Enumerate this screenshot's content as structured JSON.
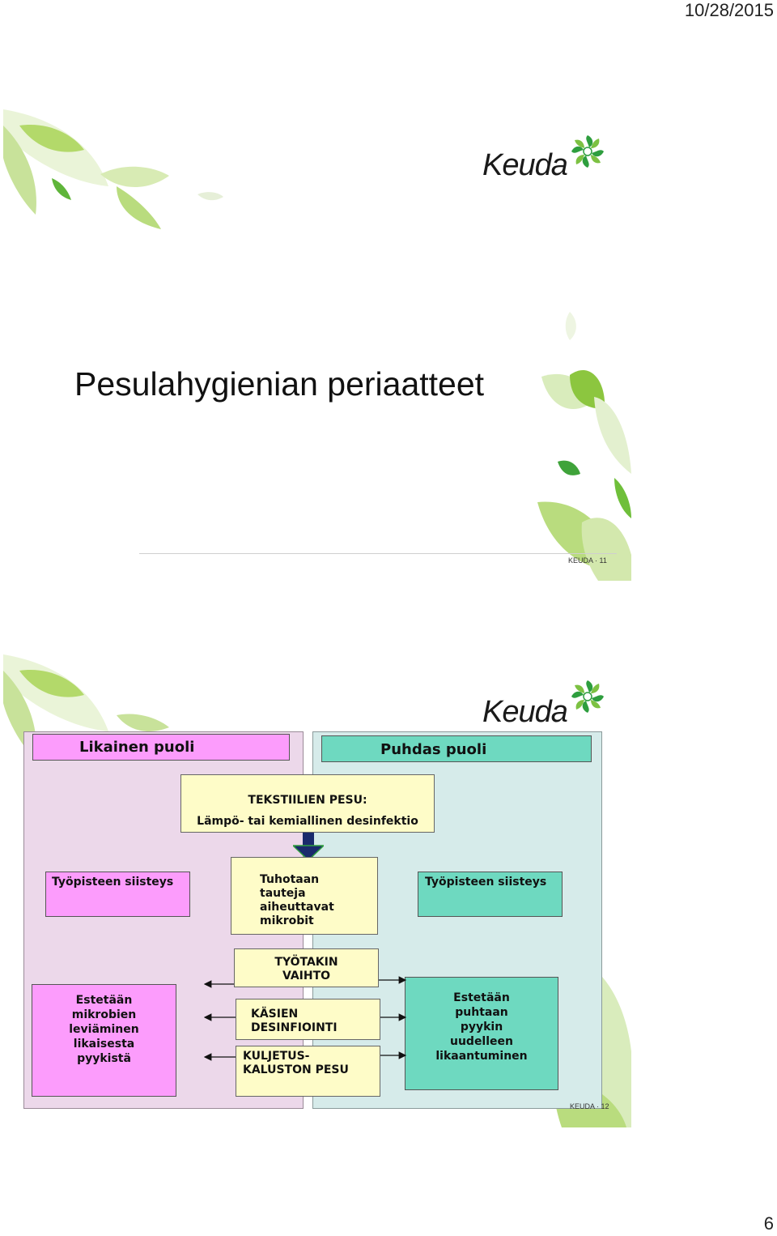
{
  "header": {
    "date": "10/28/2015"
  },
  "footer": {
    "page_number": "6"
  },
  "slide1": {
    "logo": "Keuda",
    "title": "Pesulahygienian periaatteet",
    "footer": "KEUDA · 11"
  },
  "slide2": {
    "logo": "Keuda",
    "dirty_header": "Likainen puoli",
    "clean_header": "Puhdas puoli",
    "wash_title": "TEKSTIILIEN PESU:",
    "wash_subtitle": "Lämpö- tai kemiallinen desinfektio",
    "workstation_left": "Työpisteen siisteys",
    "workstation_right": "Työpisteen siisteys",
    "kill_microbes": "Tuhotaan\ntauteja\naiheuttavat\nmikrobit",
    "coat_change": "TYÖTAKIN\nVAIHTO",
    "hand_disinfection": "KÄSIEN\nDESINFIOINTI",
    "trolley_wash": "KULJETUS-\nKALUSTON PESU",
    "prevent_spread": "Estetään\nmikrobien\nleviäminen\nlikaisesta\npyykistä",
    "prevent_recontam": "Estetään\npuhtaan\npyykin\nuudelleen\nlikaantuminen",
    "footer": "KEUDA · 12"
  }
}
